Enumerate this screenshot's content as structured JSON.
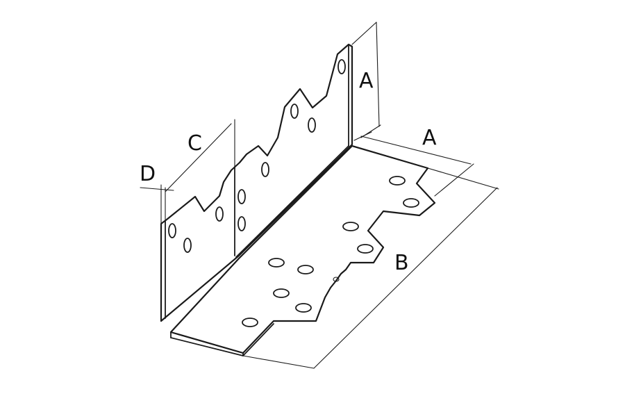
{
  "labels": {
    "vertical_height": "A",
    "horizontal_depth": "A",
    "length": "B",
    "flange_width": "C",
    "thickness": "D"
  },
  "colors": {
    "line": "#1a1a1a",
    "background": "#ffffff"
  }
}
